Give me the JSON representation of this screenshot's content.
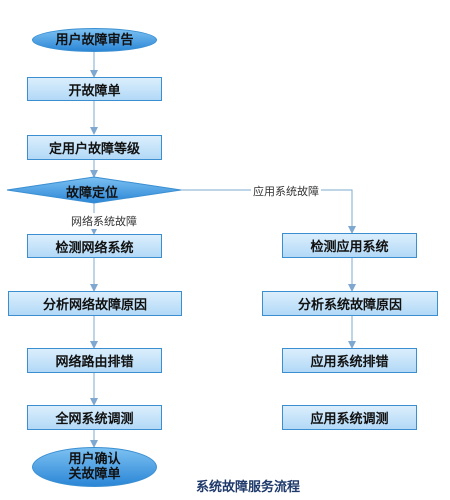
{
  "flow": {
    "start": "用户故障审告",
    "open_ticket": "开故障单",
    "set_level": "定用户故障等级",
    "locate": "故障定位",
    "app_branch_label": "应用系统故障",
    "net_branch_label": "网络系统故障",
    "net_steps": [
      "检测网络系统",
      "分析网络故障原因",
      "网络路由排错",
      "全网系统调测"
    ],
    "app_steps": [
      "检测应用系统",
      "分析系统故障原因",
      "应用系统排错",
      "应用系统调测"
    ],
    "end_line1": "用户确认",
    "end_line2": "关故障单",
    "caption": "系统故障服务流程"
  },
  "colors": {
    "line": "#7ea8cf",
    "border": "#3b8fd1",
    "box_fill": "#c4e3fa",
    "oval_fill": "#4a9fe3"
  }
}
